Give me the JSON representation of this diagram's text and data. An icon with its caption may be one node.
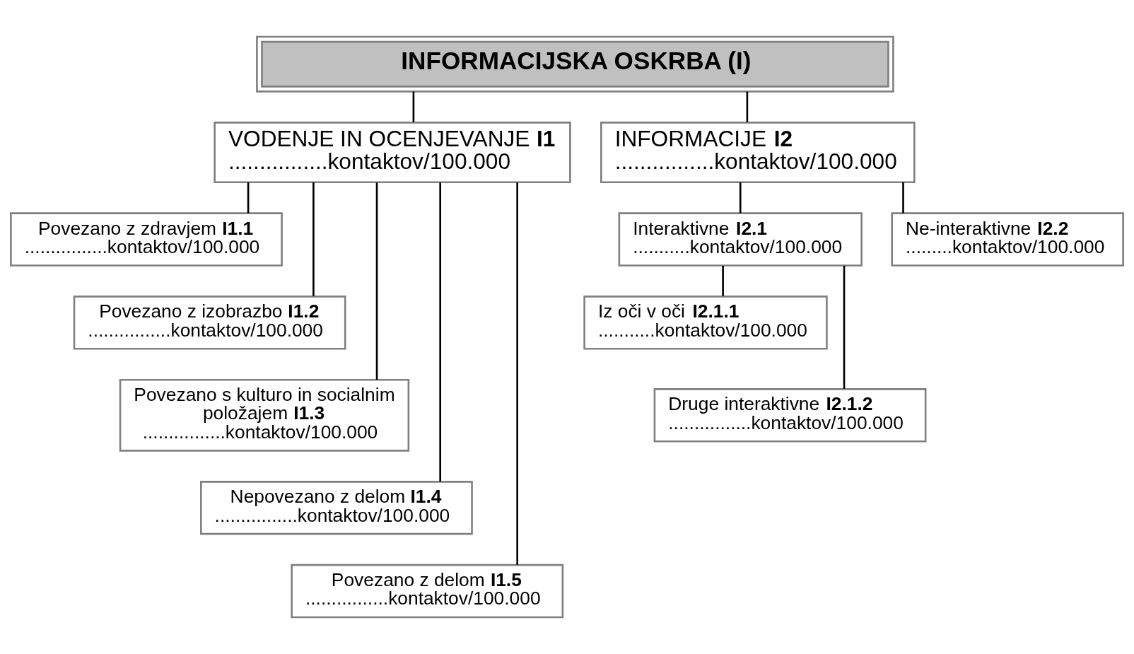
{
  "diagram": {
    "nodes": [
      {
        "text": [
          "INFORMACIJSKA OSKRBA (I)"
        ]
      },
      {
        "text": [
          "VODENJE IN OCENJEVANJE **I1**",
          "................kontaktov/100.000"
        ]
      },
      {
        "text": [
          "INFORMACIJE **I2**",
          "................kontaktov/100.000"
        ]
      },
      {
        "text": [
          "Povezano z zdravjem **I1.1**",
          "................kontaktov/100.000"
        ]
      },
      {
        "text": [
          "Povezano z izobrazbo **I1.2**",
          "................kontaktov/100.000"
        ]
      },
      {
        "text": [
          "Povezano s kulturo in socialnim položajem **I1.3**",
          "................kontaktov/100.000"
        ]
      },
      {
        "text": [
          "Nepovezano z delom **I1.4**",
          "................kontaktov/100.000"
        ]
      },
      {
        "text": [
          "Povezano z delom **I1.5**",
          "................kontaktov/100.000"
        ]
      },
      {
        "text": [
          "Interaktivne **I2.1**",
          "...........kontaktov/100.000"
        ]
      },
      {
        "text": [
          "Ne-interaktivne **I2.2**",
          ".........kontaktov/100.000"
        ]
      },
      {
        "text": [
          "Iz oči v oči **I2.1.1**",
          "...........kontaktov/100.000"
        ]
      },
      {
        "text": [
          "Druge interaktivne **I2.1.2**",
          "................kontaktov/100.000"
        ]
      }
    ],
    "edges": [
      {
        "from": 0,
        "to": 1,
        "arrow": "none"
      },
      {
        "from": 0,
        "to": 2,
        "arrow": "none"
      },
      {
        "from": 1,
        "to": 3,
        "arrow": "none"
      },
      {
        "from": 1,
        "to": 4,
        "arrow": "none"
      },
      {
        "from": 1,
        "to": 5,
        "arrow": "none"
      },
      {
        "from": 1,
        "to": 6,
        "arrow": "none"
      },
      {
        "from": 1,
        "to": 7,
        "arrow": "none"
      },
      {
        "from": 2,
        "to": 8,
        "arrow": "none"
      },
      {
        "from": 2,
        "to": 9,
        "arrow": "none"
      },
      {
        "from": 8,
        "to": 10,
        "arrow": "none"
      },
      {
        "from": 8,
        "to": 11,
        "arrow": "none"
      }
    ]
  }
}
